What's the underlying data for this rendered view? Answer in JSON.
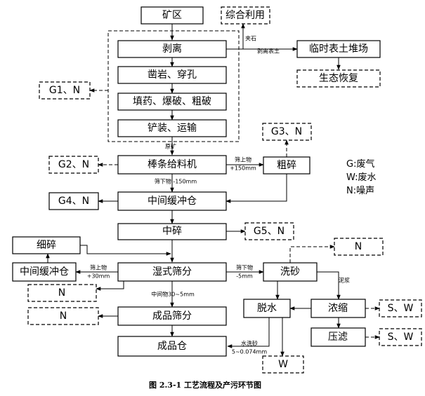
{
  "nodes": {
    "mine_area": "矿区",
    "comprehensive_use": "综合利用",
    "stripping": "剥离",
    "topsoil_pile": "临时表土堆场",
    "eco_restore": "生态恢复",
    "drilling": "凿岩、穿孔",
    "blasting": "填药、爆破、粗破",
    "loading": "铲装、运输",
    "g1n": "G1、N",
    "g3n": "G3、N",
    "bar_feeder": "棒条给料机",
    "g2n": "G2、N",
    "coarse_crush": "粗碎",
    "buffer_bin": "中间缓冲仓",
    "g4n": "G4、N",
    "medium_crush": "中碎",
    "g5n": "G5、N",
    "fine_crush": "细碎",
    "buffer_bin_2": "中间缓冲仓",
    "wet_screen": "湿式筛分",
    "sand_wash": "洗砂",
    "n_wash": "N",
    "n_buffer": "N",
    "dewater": "脱水",
    "thicken": "浓缩",
    "sw1": "S、W",
    "n_product": "N",
    "product_screen": "成品筛分",
    "press_filter": "压滤",
    "sw2": "S、W",
    "product_bin": "成品仓",
    "w_out": "W"
  },
  "labels": {
    "gangue": "夹石",
    "strip_topsoil": "剥离表土",
    "ore": "原矿",
    "oversize_1": "筛上物",
    "oversize_1b": "+150mm",
    "undersize_1": "筛下物 -150mm",
    "oversize_2": "筛上物",
    "oversize_2b": "+30mm",
    "undersize_2": "筛下物",
    "undersize_2b": "-5mm",
    "middle": "中间物30~5mm",
    "slurry": "泥浆",
    "washed_sand": "水洗砂",
    "washed_sand_b": "5~0.074mm"
  },
  "legend": {
    "g": "G:废气",
    "w": "W:废水",
    "n": "N:噪声"
  },
  "caption": "图 2.3-1 工艺流程及产污环节图"
}
